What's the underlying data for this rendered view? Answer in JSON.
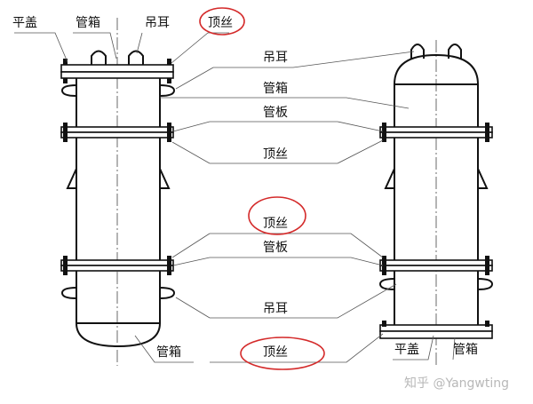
{
  "labels": {
    "left_top": {
      "flat_cover": "平盖",
      "channel": "管箱",
      "lifting_lug": "吊耳",
      "jackscrew": "顶丝"
    },
    "middle": {
      "lifting_lug": "吊耳",
      "channel": "管箱",
      "tube_sheet": "管板",
      "jackscrew": "顶丝"
    },
    "middle_lower": {
      "jackscrew": "顶丝",
      "tube_sheet": "管板",
      "lifting_lug": "吊耳"
    },
    "bottom": {
      "channel_left": "管箱",
      "jackscrew": "顶丝",
      "flat_cover": "平盖",
      "channel_right": "管箱"
    }
  },
  "watermark": "知乎 @Yangwting",
  "colors": {
    "ink": "#111111",
    "highlight_circle": "#d42a2a",
    "watermark": "#b8b8b8"
  }
}
